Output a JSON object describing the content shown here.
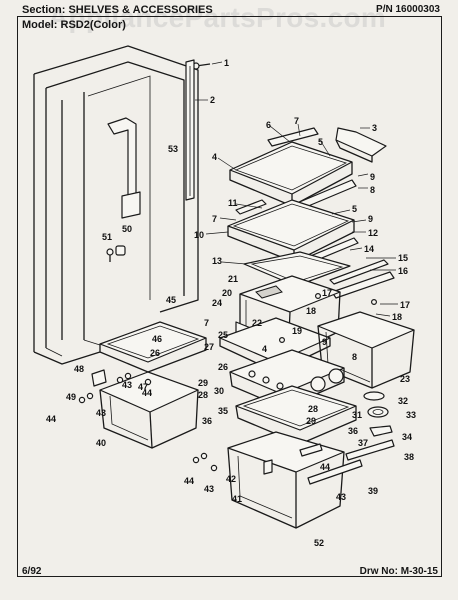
{
  "header": {
    "section": "Section: SHELVES & ACCESSORIES",
    "model": "Model: RSD2(Color)",
    "part_number": "P/N 16000303"
  },
  "watermark": "AppliancePartsPros.com",
  "footer": {
    "date": "6/92",
    "drawing_no": "Drw No: M-30-15"
  },
  "callouts": [
    {
      "id": "c1",
      "label": "1"
    },
    {
      "id": "c2",
      "label": "2"
    },
    {
      "id": "c3",
      "label": "3"
    },
    {
      "id": "c4a",
      "label": "4"
    },
    {
      "id": "c5a",
      "label": "5"
    },
    {
      "id": "c6",
      "label": "6"
    },
    {
      "id": "c7a",
      "label": "7"
    },
    {
      "id": "c8a",
      "label": "8"
    },
    {
      "id": "c9a",
      "label": "9"
    },
    {
      "id": "c11",
      "label": "11"
    },
    {
      "id": "c7b",
      "label": "7"
    },
    {
      "id": "c5b",
      "label": "5"
    },
    {
      "id": "c9b",
      "label": "9"
    },
    {
      "id": "c10",
      "label": "10"
    },
    {
      "id": "c12",
      "label": "12"
    },
    {
      "id": "c13",
      "label": "13"
    },
    {
      "id": "c14",
      "label": "14"
    },
    {
      "id": "c15",
      "label": "15"
    },
    {
      "id": "c16",
      "label": "16"
    },
    {
      "id": "c21",
      "label": "21"
    },
    {
      "id": "c20",
      "label": "20"
    },
    {
      "id": "c17a",
      "label": "17"
    },
    {
      "id": "c24",
      "label": "24"
    },
    {
      "id": "c18a",
      "label": "18"
    },
    {
      "id": "c17b",
      "label": "17"
    },
    {
      "id": "c18b",
      "label": "18"
    },
    {
      "id": "c7c",
      "label": "7"
    },
    {
      "id": "c22",
      "label": "22"
    },
    {
      "id": "c19",
      "label": "19"
    },
    {
      "id": "c25",
      "label": "25"
    },
    {
      "id": "c4b",
      "label": "4"
    },
    {
      "id": "c9c",
      "label": "9"
    },
    {
      "id": "c8b",
      "label": "8"
    },
    {
      "id": "c23",
      "label": "23"
    },
    {
      "id": "c26",
      "label": "26"
    },
    {
      "id": "c27",
      "label": "27"
    },
    {
      "id": "c29a",
      "label": "29"
    },
    {
      "id": "c28a",
      "label": "28"
    },
    {
      "id": "c30",
      "label": "30"
    },
    {
      "id": "c28b",
      "label": "28"
    },
    {
      "id": "c29b",
      "label": "29"
    },
    {
      "id": "c31",
      "label": "31"
    },
    {
      "id": "c35",
      "label": "35"
    },
    {
      "id": "c36a",
      "label": "36"
    },
    {
      "id": "c32",
      "label": "32"
    },
    {
      "id": "c33",
      "label": "33"
    },
    {
      "id": "c36b",
      "label": "36"
    },
    {
      "id": "c37",
      "label": "37"
    },
    {
      "id": "c34",
      "label": "34"
    },
    {
      "id": "c38",
      "label": "38"
    },
    {
      "id": "c53",
      "label": "53"
    },
    {
      "id": "c51",
      "label": "51"
    },
    {
      "id": "c50",
      "label": "50"
    },
    {
      "id": "c45",
      "label": "45"
    },
    {
      "id": "c46",
      "label": "46"
    },
    {
      "id": "c48",
      "label": "48"
    },
    {
      "id": "c26b",
      "label": "26"
    },
    {
      "id": "c47",
      "label": "47"
    },
    {
      "id": "c49",
      "label": "49"
    },
    {
      "id": "c43a",
      "label": "43"
    },
    {
      "id": "c44a",
      "label": "44"
    },
    {
      "id": "c43b",
      "label": "43"
    },
    {
      "id": "c44b",
      "label": "44"
    },
    {
      "id": "c40",
      "label": "40"
    },
    {
      "id": "c44c",
      "label": "44"
    },
    {
      "id": "c43c",
      "label": "43"
    },
    {
      "id": "c42",
      "label": "42"
    },
    {
      "id": "c41",
      "label": "41"
    },
    {
      "id": "c44d",
      "label": "44"
    },
    {
      "id": "c43d",
      "label": "43"
    },
    {
      "id": "c39",
      "label": "39"
    },
    {
      "id": "c52",
      "label": "52"
    }
  ]
}
